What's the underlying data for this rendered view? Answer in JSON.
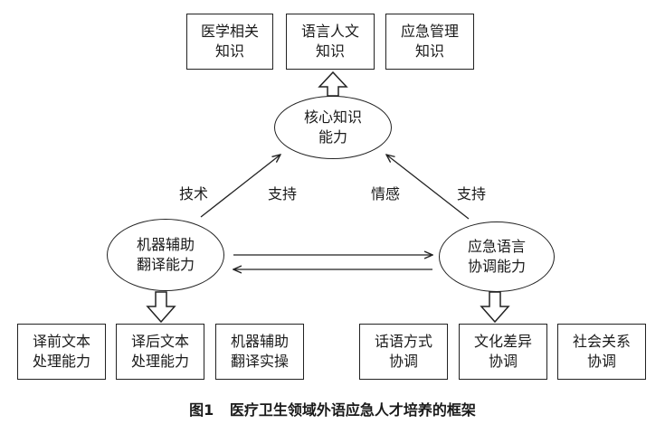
{
  "top_boxes": [
    {
      "line1": "医学相关",
      "line2": "知识"
    },
    {
      "line1": "语言人文",
      "line2": "知识"
    },
    {
      "line1": "应急管理",
      "line2": "知识"
    }
  ],
  "core": {
    "line1": "核心知识",
    "line2": "能力"
  },
  "left_node": {
    "line1": "机器辅助",
    "line2": "翻译能力"
  },
  "right_node": {
    "line1": "应急语言",
    "line2": "协调能力"
  },
  "edge_labels": {
    "tech": "技术",
    "support_left": "支持",
    "emotion": "情感",
    "support_right": "支持"
  },
  "bottom_left_boxes": [
    {
      "line1": "译前文本",
      "line2": "处理能力"
    },
    {
      "line1": "译后文本",
      "line2": "处理能力"
    },
    {
      "line1": "机器辅助",
      "line2": "翻译实操"
    }
  ],
  "bottom_right_boxes": [
    {
      "line1": "话语方式",
      "line2": "协调"
    },
    {
      "line1": "文化差异",
      "line2": "协调"
    },
    {
      "line1": "社会关系",
      "line2": "协调"
    }
  ],
  "caption": {
    "number": "图1",
    "text": "医疗卫生领域外语应急人才培养的框架"
  }
}
